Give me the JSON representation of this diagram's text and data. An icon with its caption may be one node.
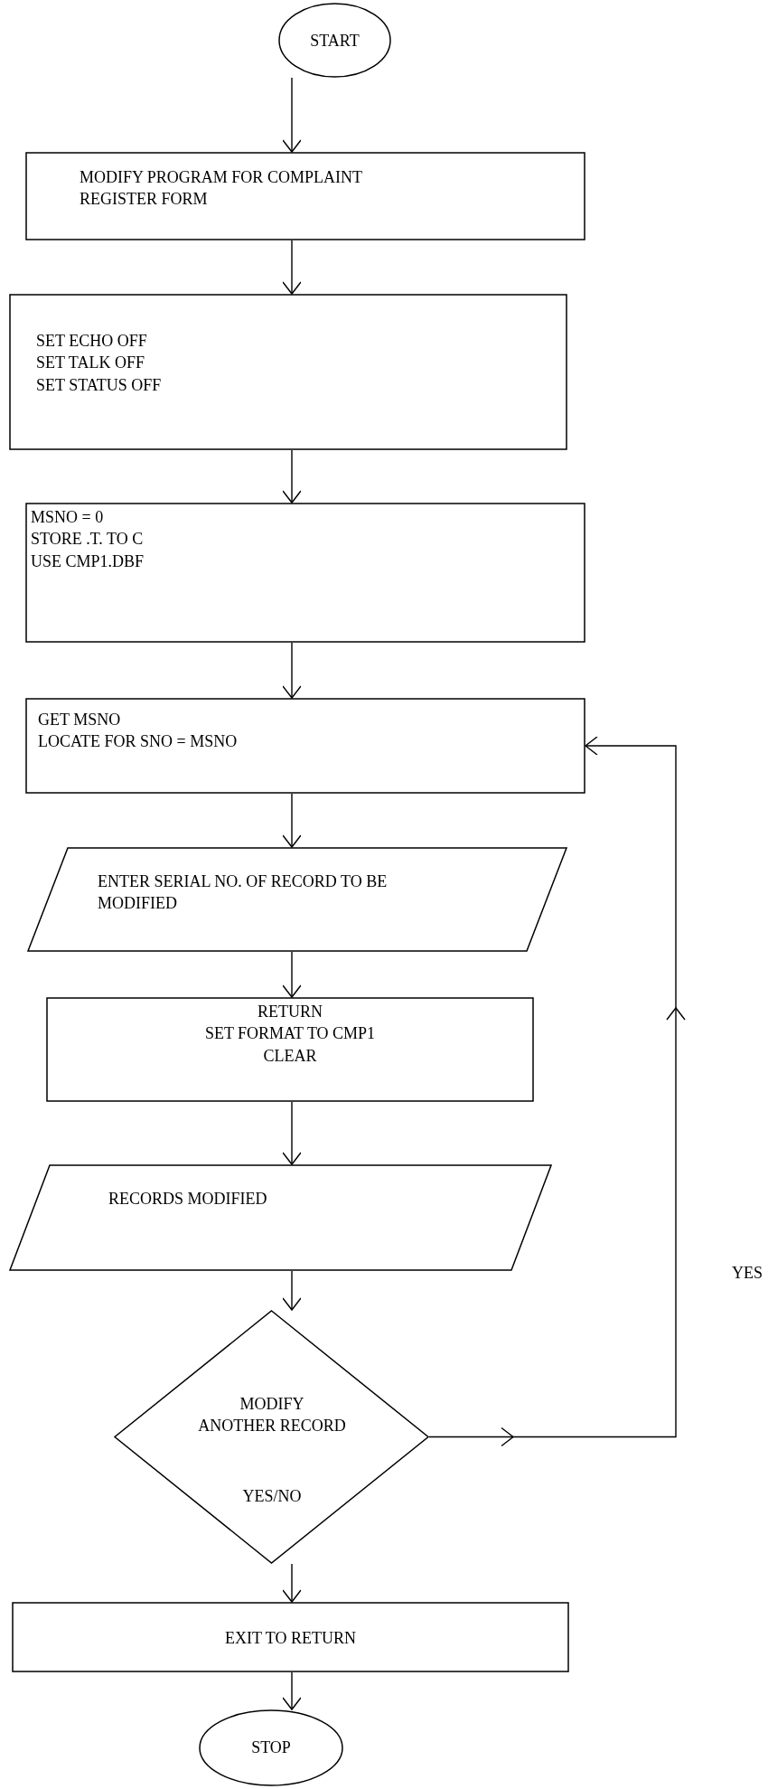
{
  "diagram": {
    "nodes": [
      {
        "text": [
          "START"
        ]
      },
      {
        "text": [
          "MODIFY PROGRAM FOR COMPLAINT REGISTER FORM"
        ]
      },
      {
        "text": [
          "SET ECHO OFF SET TALK OFF SET STATUS OFF"
        ]
      },
      {
        "text": [
          "MSNO = 0 STORE .T. TO C USE CMP1.DBF"
        ]
      },
      {
        "text": [
          "GET MSNO LOCATE FOR SNO = MSNO"
        ]
      },
      {
        "text": [
          "ENTER SERIAL NO. OF RECORD TO BE MODIFIED"
        ]
      },
      {
        "text": [
          "RETURN SET FORMAT TO CMP1 CLEAR"
        ]
      },
      {
        "text": [
          "RECORDS MODIFIED"
        ]
      },
      {
        "text": [
          "MODIFY ANOTHER RECORD",
          "YES/NO"
        ]
      },
      {
        "text": [
          "EXIT TO RETURN"
        ]
      },
      {
        "text": [
          "STOP"
        ]
      }
    ],
    "edges": [
      {
        "from": 0,
        "to": 1,
        "arrow": "to"
      },
      {
        "from": 1,
        "to": 2,
        "arrow": "to"
      },
      {
        "from": 2,
        "to": 3,
        "arrow": "to"
      },
      {
        "from": 3,
        "to": 4,
        "arrow": "to"
      },
      {
        "from": 4,
        "to": 5,
        "arrow": "to"
      },
      {
        "from": 5,
        "to": 6,
        "arrow": "to"
      },
      {
        "from": 6,
        "to": 7,
        "arrow": "to"
      },
      {
        "from": 7,
        "to": 8,
        "arrow": "to"
      },
      {
        "from": 8,
        "to": 4,
        "arrow": "to",
        "label": "YES"
      },
      {
        "from": 8,
        "to": 9,
        "arrow": "to"
      },
      {
        "from": 9,
        "to": 10,
        "arrow": "to"
      }
    ]
  }
}
